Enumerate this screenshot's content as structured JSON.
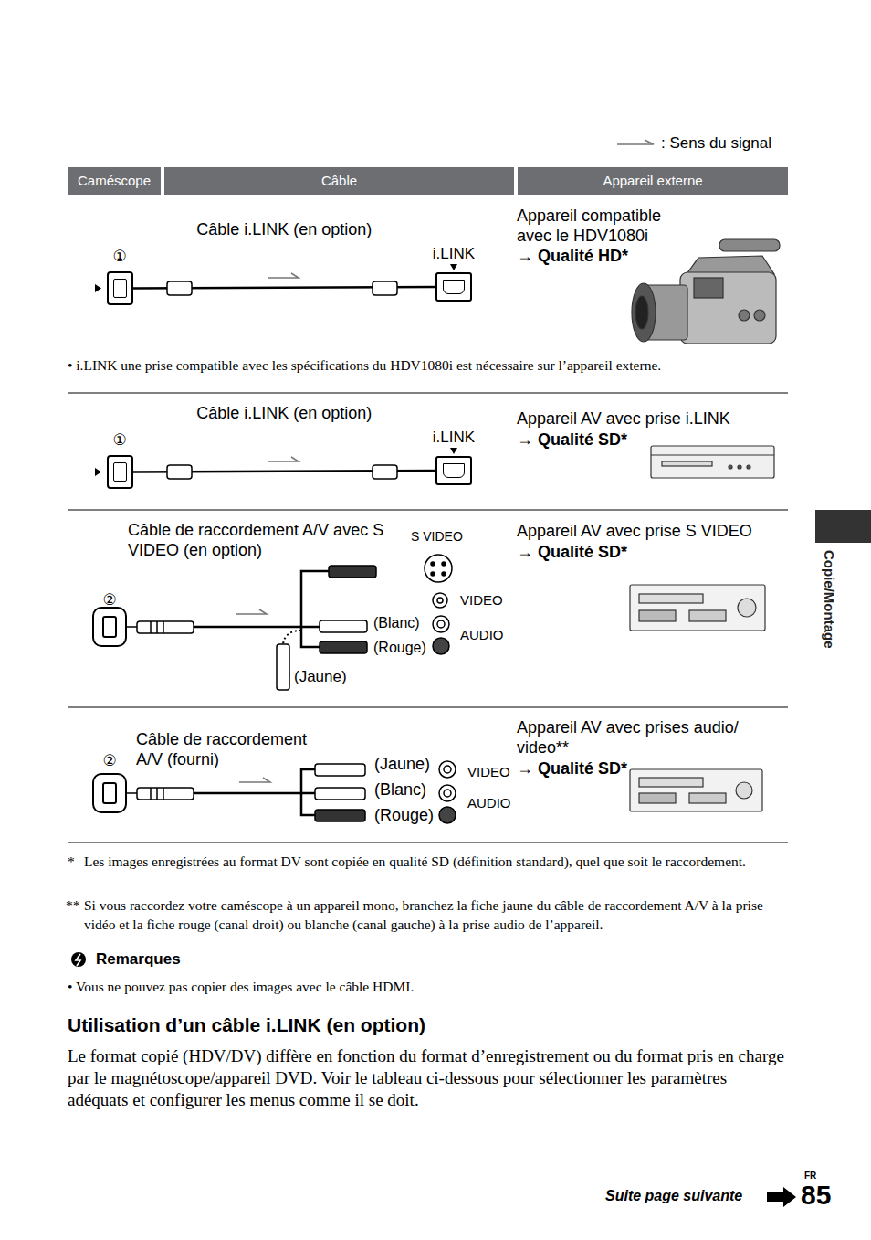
{
  "diagram": {
    "nodes": [
      {
        "text": [
          "Caméscope"
        ]
      },
      {
        "text": [
          "Câble"
        ]
      },
      {
        "text": [
          "Appareil externe"
        ]
      },
      {
        "text": [
          "①"
        ]
      },
      {
        "text": [
          "i.LINK"
        ]
      },
      {
        "text": [
          "①"
        ]
      },
      {
        "text": [
          "i.LINK"
        ]
      },
      {
        "text": [
          "②"
        ]
      },
      {
        "text": [
          "②"
        ]
      }
    ],
    "edges": [
      {
        "from": 3,
        "to": 4,
        "arrow": "none",
        "label": "Câble i.LINK (en option)"
      },
      {
        "from": 5,
        "to": 6,
        "arrow": "none",
        "label": "Câble i.LINK (en option)"
      }
    ],
    "labels": [
      "Appareil compatible avec le HDV1080i",
      "→ Qualité HD*",
      "• i.LINK une prise compatible avec les spécifications du HDV1080i est nécessaire sur l’appareil externe.",
      "Appareil AV avec prise i.LINK",
      "→ Qualité SD*",
      "Câble de raccordement A/V avec S VIDEO (en option)",
      "S VIDEO",
      "VIDEO",
      "(Blanc)",
      "AUDIO",
      "(Rouge)",
      "(Jaune)",
      "Appareil AV avec prise S VIDEO",
      "→ Qualité SD*",
      "Câble de raccordement A/V (fourni)",
      "(Jaune)",
      "VIDEO",
      "(Blanc)",
      "AUDIO",
      "(Rouge)",
      "Appareil AV avec prises audio/ video**",
      "→ Qualité SD*",
      "*",
      "Les images enregistrées au format DV sont copiée en qualité SD (définition standard), quel que soit le raccordement.",
      "**",
      "Si vous raccordez votre caméscope à un appareil mono, branchez la fiche jaune du câble de raccordement A/V à la prise vidéo et la fiche rouge (canal droit) ou blanche (canal gauche) à la prise audio de l’appareil.",
      "Remarques",
      "• Vous ne pouvez pas copier des images avec le câble HDMI.",
      "Utilisation d’un câble i.LINK (en option)",
      "Le format copié (HDV/DV) diffère en fonction du format d’enregistrement ou du format pris en charge par le magnétoscope/appareil DVD. Voir le tableau ci-dessous pour sélectionner les paramètres adéquats et configurer les menus comme il se doit.",
      "Copie/Montage",
      "Suite page suivante",
      "FR",
      "85"
    ],
    "legend": [
      {
        "text": ": Sens du signal"
      }
    ]
  }
}
